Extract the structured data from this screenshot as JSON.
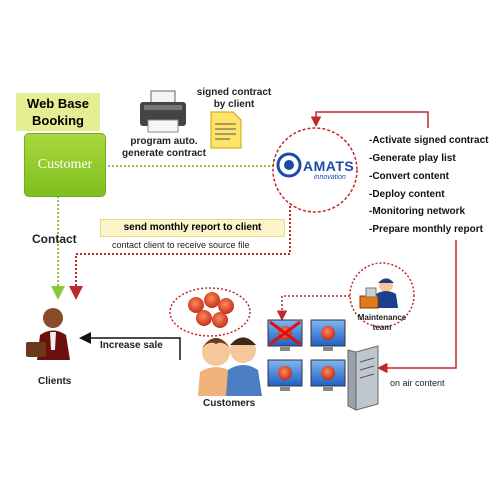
{
  "title_box": {
    "text": "Web Base\nBooking",
    "line1": "Web Base",
    "line2": "Booking"
  },
  "customer_box": "Customer",
  "printer_label": {
    "line1": "program auto.",
    "line2": "generate contract"
  },
  "contract_label": {
    "line1": "signed contract",
    "line2": "by client"
  },
  "logo": {
    "name": "AMATS",
    "tagline": "innovation"
  },
  "process_list": [
    "-Activate signed contract",
    "-Generate play list",
    "-Convert content",
    "-Deploy content",
    "-Monitoring  network",
    "-Prepare monthly report"
  ],
  "contact_label": "Contact",
  "report_box": "send monthly report to client",
  "report_note": "contact client to receive source file",
  "clients_label": "Clients",
  "increase_label": "Increase sale",
  "customers_label": "Customers",
  "maintenance_label": {
    "line1": "Maintenance",
    "line2": "team"
  },
  "on_air_label": "on air content",
  "colors": {
    "green_box": "#8cc63f",
    "title_yellow": "#e4ee93",
    "arrow_red": "#c0292b",
    "arrow_green": "#8dc63f",
    "report_bg": "#fdf5c9"
  }
}
